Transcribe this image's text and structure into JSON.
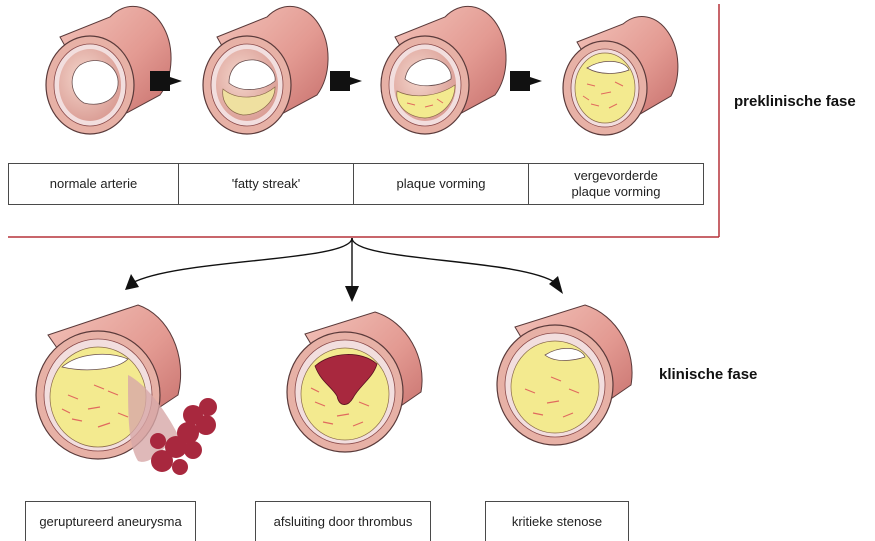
{
  "phases": {
    "preclinical": "preklinische fase",
    "clinical": "klinische fase"
  },
  "stages": [
    {
      "label": "normale arterie"
    },
    {
      "label": "'fatty streak'"
    },
    {
      "label": "plaque vorming"
    },
    {
      "label": "vergevorderde plaque vorming"
    }
  ],
  "outcomes": [
    {
      "label": "geruptureerd aneurysma"
    },
    {
      "label": "afsluiting door thrombus"
    },
    {
      "label": "kritieke stenose"
    }
  ],
  "colors": {
    "panel_border": "#b5323a",
    "vessel_outer": "#e8a8a0",
    "vessel_dark": "#c9706c",
    "lumen": "#f6f3ef",
    "intima_fat": "#f1e9a6",
    "plaque": "#f3ea8f",
    "fiber": "#e06a5e",
    "thrombus": "#a8283e",
    "arrow": "#111111"
  }
}
